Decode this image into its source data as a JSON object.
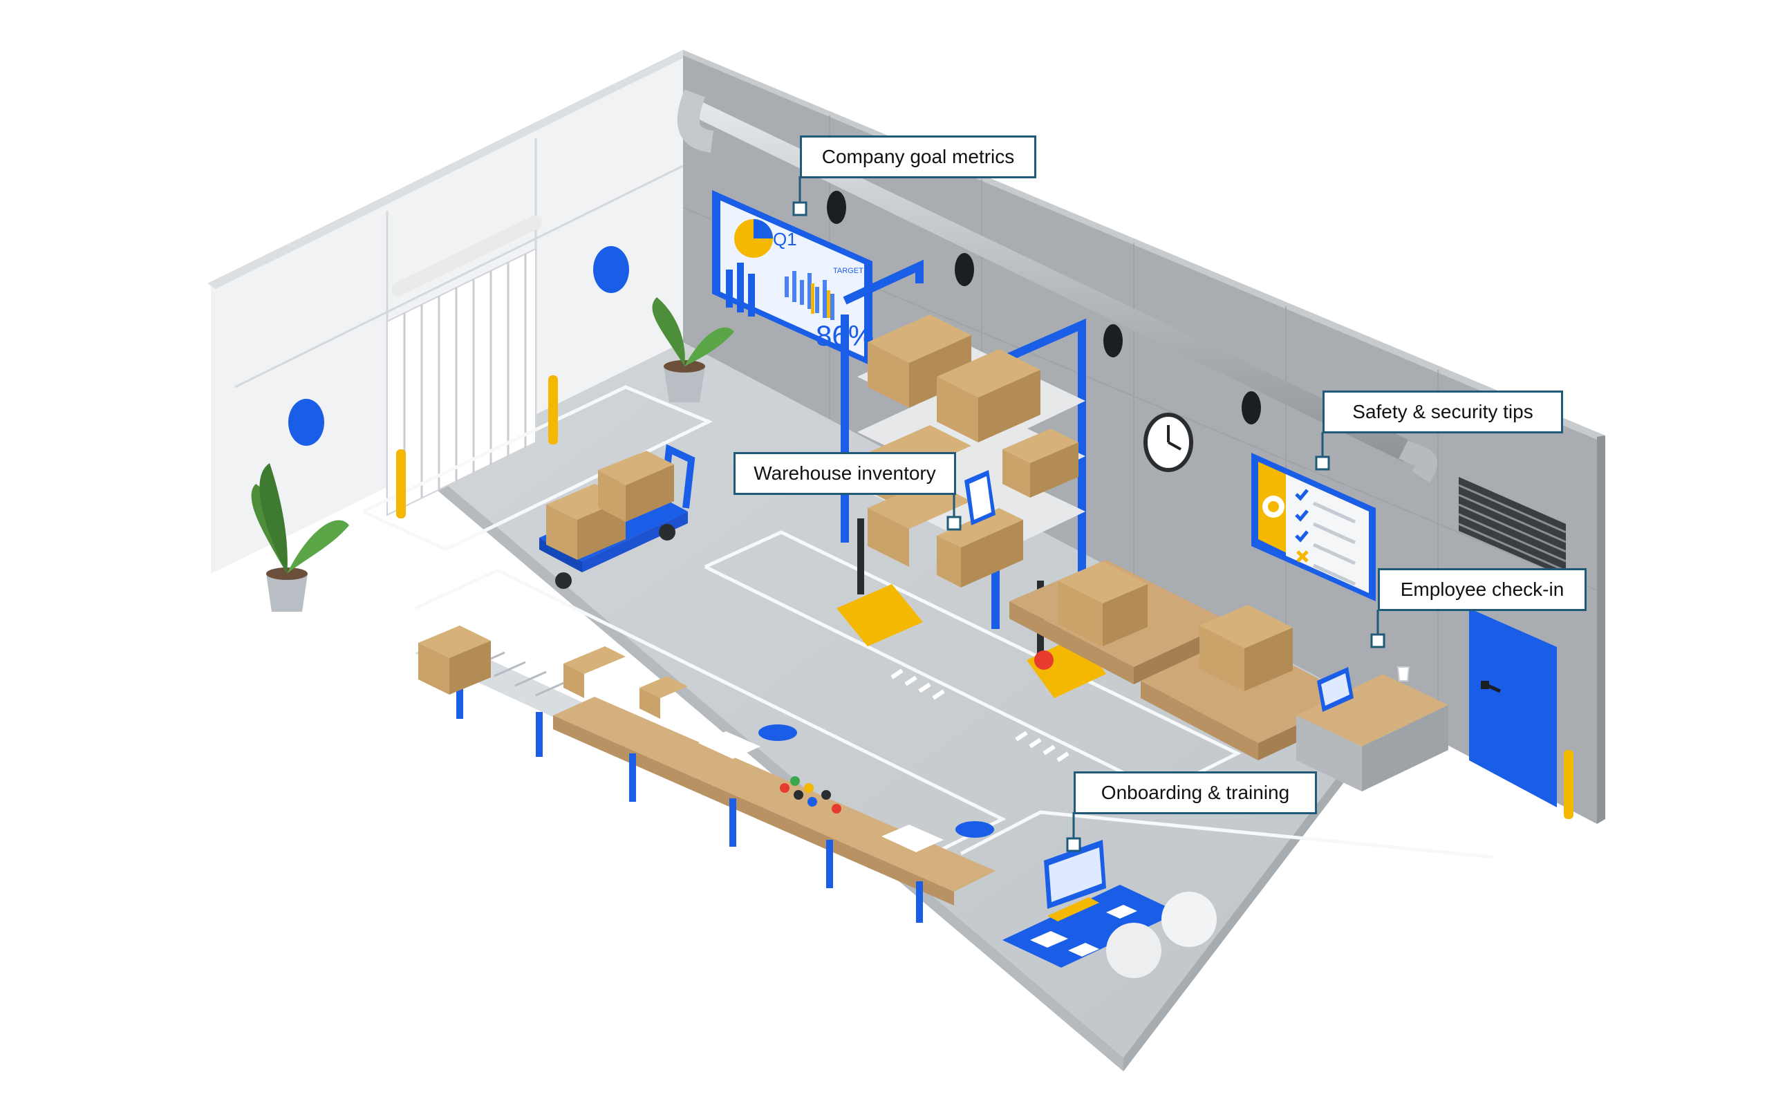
{
  "callouts": {
    "company_goal_metrics": "Company goal metrics",
    "warehouse_inventory": "Warehouse inventory",
    "safety_security_tips": "Safety & security tips",
    "employee_check_in": "Employee check-in",
    "onboarding_training": "Onboarding & training"
  },
  "dashboard": {
    "quarter": "Q1",
    "target_label": "TARGET",
    "percent": "86%"
  },
  "colors": {
    "callout_border": "#1f5a7a",
    "accent_blue": "#1a5ee8",
    "accent_yellow": "#f5b800",
    "floor": "#c9ced3",
    "wall": "#a9adb1",
    "box": "#c9a36a"
  }
}
